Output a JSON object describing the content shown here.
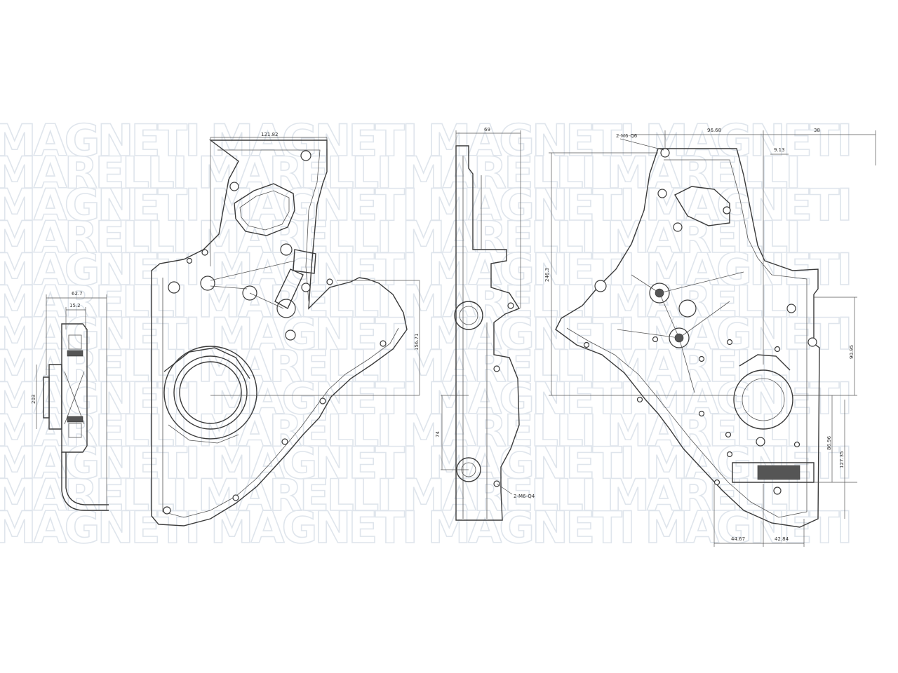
{
  "watermark": {
    "line_a": "MAGNETI MAGNETI MAGNETI MAGNETI",
    "line_b": "MARELLI MARELLI MARELLI MARELLI"
  },
  "views": {
    "side_small": {
      "dims": {
        "width": "62.7",
        "inner": "15.2",
        "height": "203"
      }
    },
    "front": {
      "dims": {
        "top": "121.82",
        "right": "156.71"
      }
    },
    "side": {
      "dims": {
        "top": "69",
        "bottom": "74",
        "bolt": "2-M6-Q4"
      }
    },
    "rear": {
      "dims": {
        "bolt_top": "2-M6-Q6",
        "top_a": "96.68",
        "top_b": "38",
        "small": "9.13",
        "height": "246.3",
        "right_a": "90.95",
        "right_b": "86.96",
        "right_c": "127.35",
        "bottom_a": "44.67",
        "bottom_b": "42.84"
      }
    }
  }
}
